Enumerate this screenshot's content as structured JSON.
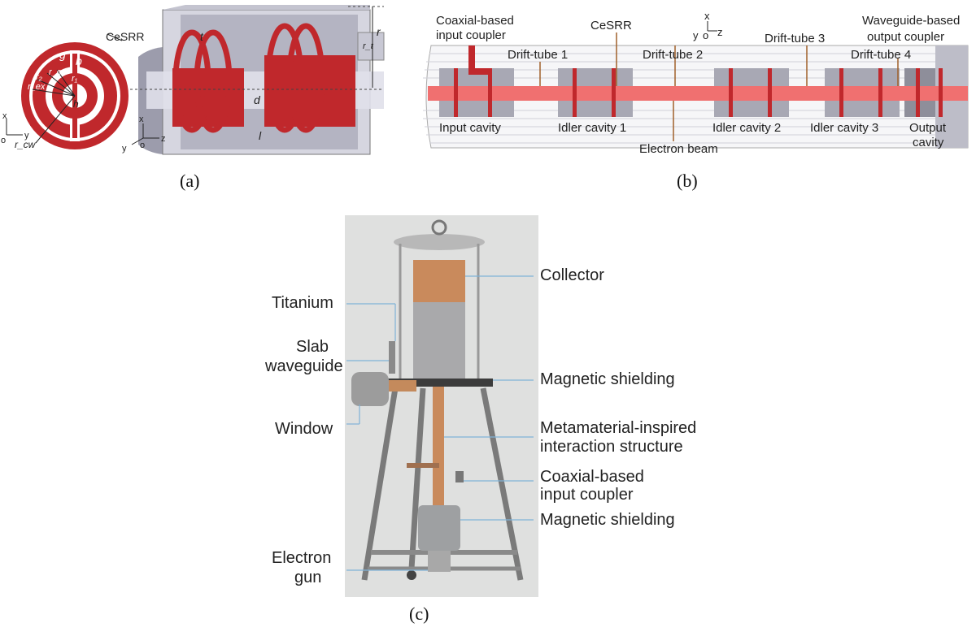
{
  "panel_a": {
    "caption": "(a)",
    "labels": {
      "cesrr": "CeSRR",
      "g": "g",
      "b": "b",
      "r2": "r₂",
      "r1": "r₁",
      "rex": "r_ex",
      "rc": "r_c",
      "h": "h",
      "rcw": "r_cw",
      "t": "t",
      "d": "d",
      "l": "l",
      "r": "r",
      "rt": "r_t",
      "ax_x": "x",
      "ax_y": "y",
      "ax_o": "o",
      "ax2_x": "x",
      "ax2_y": "y",
      "ax2_o": "o",
      "ax2_z": "z"
    }
  },
  "panel_b": {
    "caption": "(b)",
    "labels": {
      "coax": "Coaxial-based",
      "coax2": "input coupler",
      "cesrr": "CeSRR",
      "wg": "Waveguide-based",
      "wg2": "output coupler",
      "dt1": "Drift-tube 1",
      "dt2": "Drift-tube 2",
      "dt3": "Drift-tube 3",
      "dt4": "Drift-tube 4",
      "input_cavity": "Input cavity",
      "idler1": "Idler cavity 1",
      "idler2": "Idler cavity 2",
      "idler3": "Idler cavity 3",
      "output": "Output",
      "output2": "cavity",
      "beam": "Electron beam",
      "ax_x": "x",
      "ax_y": "y",
      "ax_o": "o",
      "ax_z": "z"
    }
  },
  "panel_c": {
    "caption": "(c)",
    "labels": {
      "collector": "Collector",
      "titanium": "Titanium",
      "slab": "Slab",
      "slab2": "waveguide",
      "mag1": "Magnetic shielding",
      "window": "Window",
      "meta": "Metamaterial-inspired",
      "meta2": "interaction structure",
      "coax": "Coaxial-based",
      "coax2": "input coupler",
      "mag2": "Magnetic shielding",
      "egun": "Electron",
      "egun2": "gun"
    }
  },
  "colors": {
    "red": "#c0282c",
    "light_red": "#f08080",
    "metal": "#b8b8c4",
    "leader": "#7fb2d8",
    "arrow": "#a0602a"
  }
}
